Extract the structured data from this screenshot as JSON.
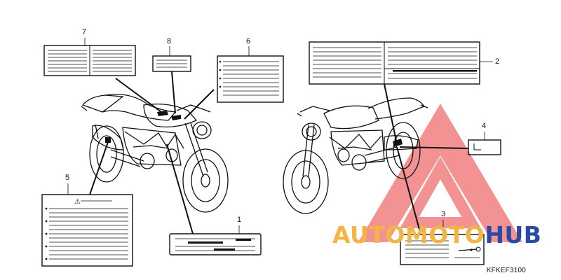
{
  "callouts": {
    "c1": "1",
    "c2": "2",
    "c3": "3",
    "c4": "4",
    "c5": "5",
    "c6": "6",
    "c7": "7",
    "c8": "8"
  },
  "diagram_code": "KFKEF3100",
  "watermark": {
    "part1": "AUTOMOTO",
    "part2": "HUB",
    "color_primary": "#f2b545",
    "color_secondary": "#2b4aa6",
    "color_logo": "#e83a3a"
  },
  "warning_symbol": "⚠"
}
